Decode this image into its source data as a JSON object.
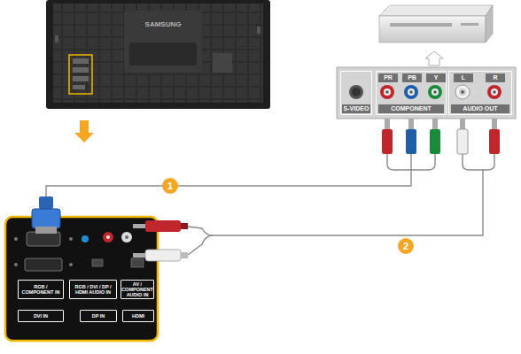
{
  "diagram": {
    "nodes": [
      {
        "text": [
          "S-VIDEO"
        ]
      },
      {
        "text": [
          "PR",
          "PB",
          "Y",
          "COMPONENT"
        ]
      },
      {
        "text": [
          "L",
          "R",
          "AUDIO OUT"
        ]
      },
      {
        "text": [
          "RGB / COMPONENT IN"
        ]
      },
      {
        "text": [
          "RGB / DVI / DP / HDMI AUDIO IN"
        ]
      },
      {
        "text": [
          "AV / COMPONENT AUDIO IN"
        ]
      },
      {
        "text": [
          "DVI IN"
        ]
      },
      {
        "text": [
          "DP IN"
        ]
      },
      {
        "text": [
          "HDMI"
        ]
      }
    ],
    "labels": [
      "SAMSUNG",
      "1",
      "2"
    ]
  }
}
